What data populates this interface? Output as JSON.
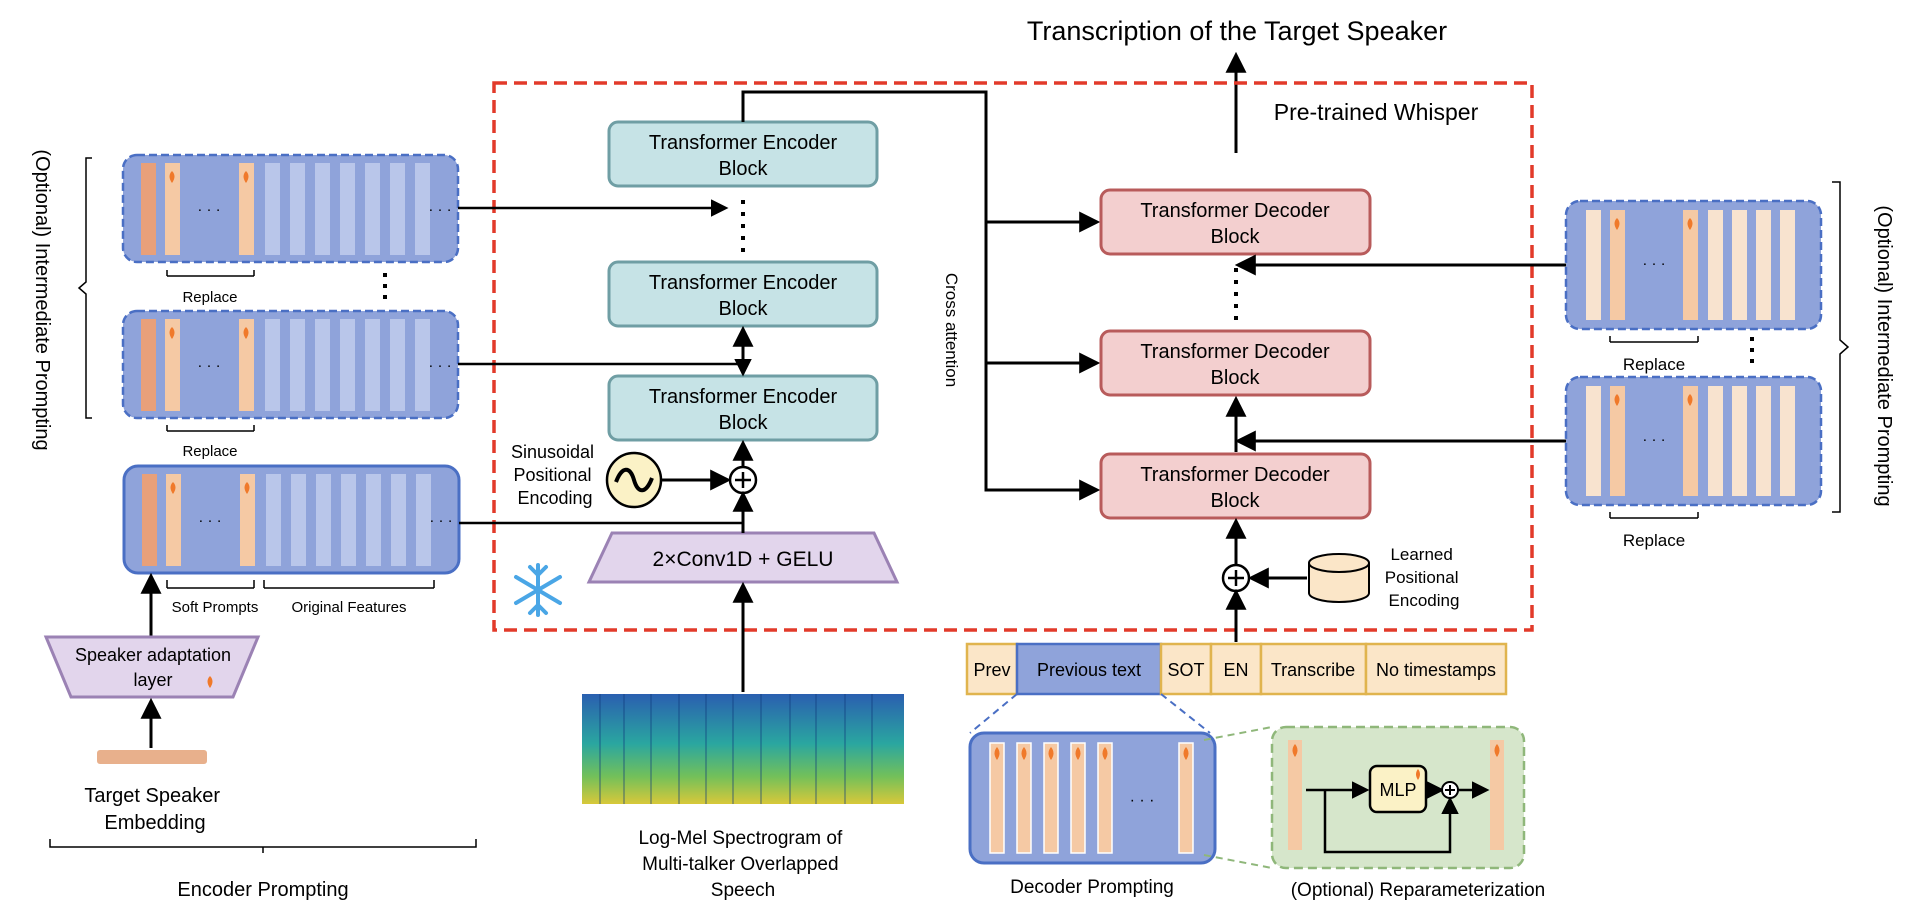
{
  "diagram": {
    "title": "Transcription of the Target Speaker",
    "whisper_label": "Pre-trained Whisper",
    "encoder_block": {
      "line1": "Transformer Encoder",
      "line2": "Block"
    },
    "decoder_block": {
      "line1": "Transformer Decoder",
      "line2": "Block"
    },
    "conv_label": "2×Conv1D + GELU",
    "sinusoidal": {
      "line1": "Sinusoidal",
      "line2": "Positional",
      "line3": "Encoding"
    },
    "learned": {
      "line1": "Learned",
      "line2": "Positional",
      "line3": "Encoding"
    },
    "cross_attention": "Cross attention",
    "spectrogram": {
      "line1": "Log-Mel Spectrogram of",
      "line2": "Multi-talker Overlapped",
      "line3": "Speech"
    },
    "tokens": [
      "Prev",
      "Previous text",
      "SOT",
      "EN",
      "Transcribe",
      "No timestamps"
    ],
    "decoder_prompting": "Decoder Prompting",
    "reparam": "(Optional) Reparameterization",
    "mlp": "MLP",
    "encoder_prompting": "Encoder Prompting",
    "target_speaker": {
      "line1": "Target Speaker",
      "line2": "Embedding"
    },
    "speaker_adapt": {
      "line1": "Speaker adaptation",
      "line2": "layer"
    },
    "replace": "Replace",
    "soft_prompts": "Soft Prompts",
    "original_features": "Original Features",
    "intermediate_prompting": "(Optional) Intermediate Prompting",
    "ellipsis": "· · ·",
    "colors": {
      "encoder_fill": "#c6e3e6",
      "encoder_stroke": "#6f9ea4",
      "decoder_fill": "#f3cfcf",
      "decoder_stroke": "#b85b5b",
      "conv_fill": "#e2d5ec",
      "conv_stroke": "#9b82b4",
      "dashed_red": "#e23a2a",
      "prompt_fill": "#8fa3da",
      "prompt_stroke": "#4a6fc4",
      "token_fill": "#fbe6c8",
      "token_stroke": "#e0b44e",
      "reparam_fill": "#d6e6cb",
      "reparam_stroke": "#8fb77a"
    }
  }
}
